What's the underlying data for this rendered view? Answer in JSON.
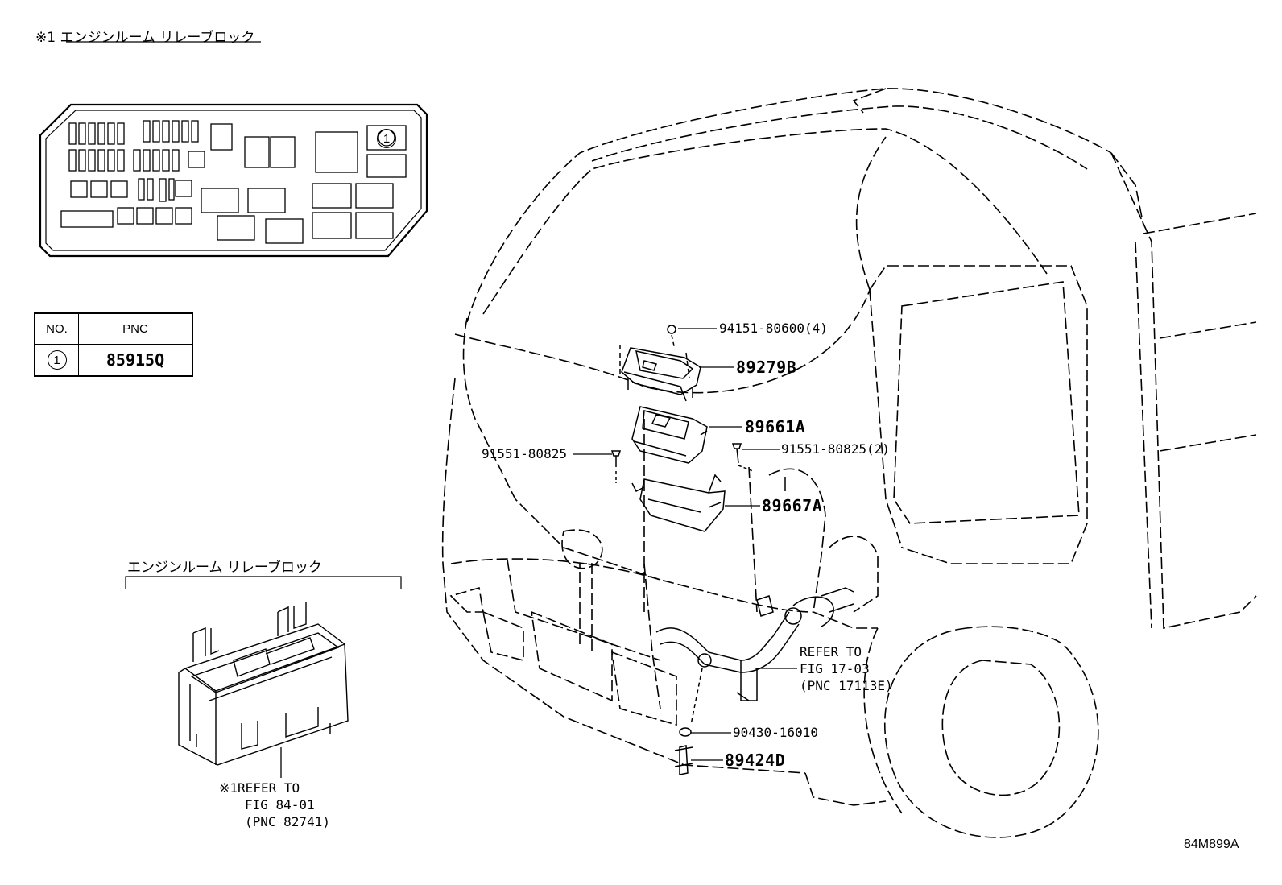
{
  "header": {
    "mark": "※1",
    "title": "エンジンルーム リレーブロック"
  },
  "relay_block_diagram": {
    "marker": "1"
  },
  "legend": {
    "col_no": "NO.",
    "col_pnc": "PNC",
    "rows": [
      {
        "no": "1",
        "pnc": "85915Q"
      }
    ]
  },
  "relay_block_label": "エンジンルーム リレーブロック",
  "relay_block_ref": {
    "mark": "※1",
    "line1": "REFER TO",
    "line2": "FIG 84-01",
    "line3": "(PNC 82741)"
  },
  "parts": {
    "p94151": "94151-80600(4)",
    "p89279B": "89279B",
    "p89661A": "89661A",
    "p91551_left": "91551-80825",
    "p91551_right": "91551-80825(2)",
    "p89667A": "89667A",
    "p90430": "90430-16010",
    "p89424D": "89424D"
  },
  "harness_ref": {
    "line1": "REFER TO",
    "line2": "FIG 17-03",
    "line3": "(PNC 17113E)"
  },
  "figure_code": "84M899A"
}
